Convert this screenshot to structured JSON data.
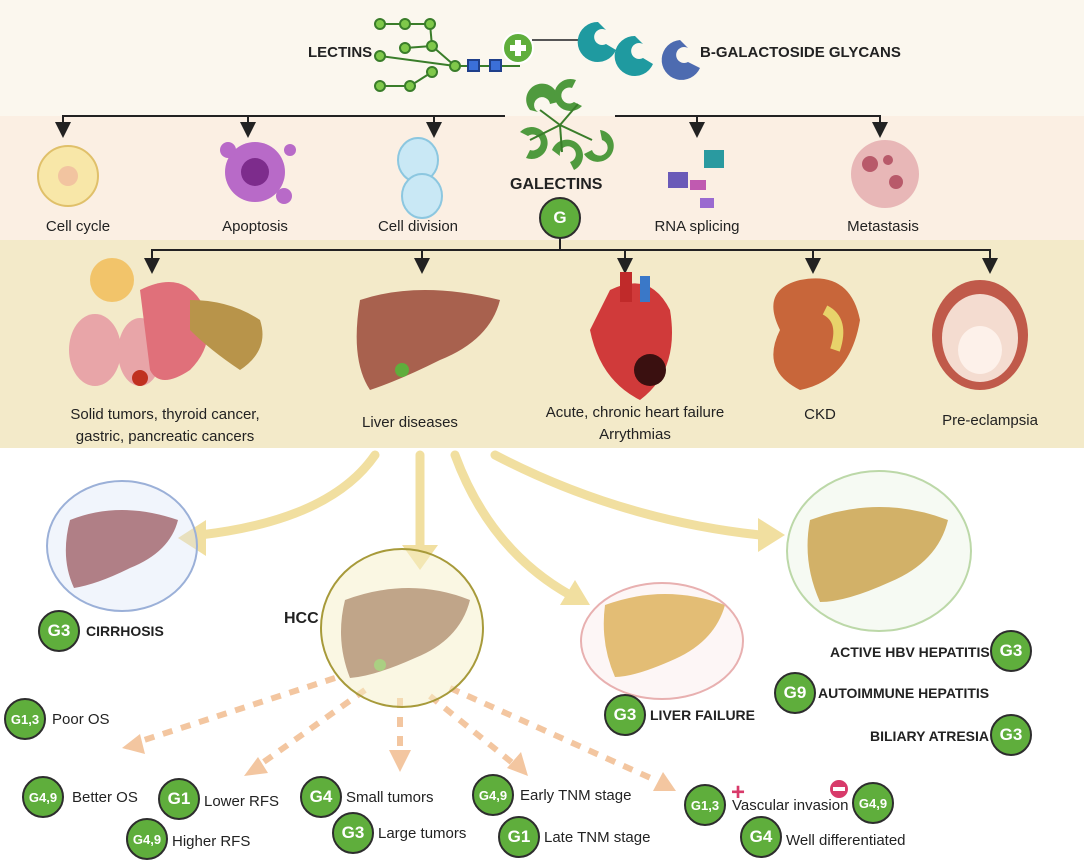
{
  "top": {
    "left_label": "LECTINS",
    "right_label": "B-GALACTOSIDE GLYCANS",
    "center_label": "GALECTINS",
    "center_badge": "G"
  },
  "processes": [
    "Cell cycle",
    "Apoptosis",
    "Cell division",
    "RNA splicing",
    "Metastasis"
  ],
  "diseases": [
    {
      "line1": "Solid tumors, thyroid cancer,",
      "line2": "gastric, pancreatic cancers"
    },
    {
      "line1": "Liver diseases",
      "line2": ""
    },
    {
      "line1": "Acute, chronic heart failure",
      "line2": "Arrythmias"
    },
    {
      "line1": "CKD",
      "line2": ""
    },
    {
      "line1": "Pre-eclampsia",
      "line2": ""
    }
  ],
  "liver": {
    "cirrhosis": {
      "badge": "G3",
      "label": "CIRRHOSIS"
    },
    "hcc_label": "HCC",
    "failure": {
      "badge": "G3",
      "label": "LIVER FAILURE"
    },
    "hepatitis": [
      {
        "label": "ACTIVE HBV HEPATITIS",
        "badge": "G3"
      },
      {
        "label": "AUTOIMMUNE HEPATITIS",
        "badge": "G9"
      },
      {
        "label": "BILIARY ATRESIA",
        "badge": "G3"
      }
    ]
  },
  "outcomes": [
    {
      "badge": "G1,3",
      "label": "Poor OS"
    },
    {
      "badge": "G4,9",
      "label": "Better OS"
    },
    {
      "badge": "G1",
      "label": "Lower RFS"
    },
    {
      "badge": "G4,9",
      "label": "Higher RFS"
    },
    {
      "badge": "G4",
      "label": "Small tumors"
    },
    {
      "badge": "G3",
      "label": "Large tumors"
    },
    {
      "badge": "G4,9",
      "label": "Early TNM stage"
    },
    {
      "badge": "G1",
      "label": "Late TNM stage"
    },
    {
      "badge": "G1,3",
      "label": "Vascular invasion"
    },
    {
      "badge": "G4,9",
      "label": ""
    },
    {
      "badge": "G4",
      "label": "Well differentiated"
    }
  ],
  "signs": {
    "plus": "+",
    "minus": "−"
  }
}
